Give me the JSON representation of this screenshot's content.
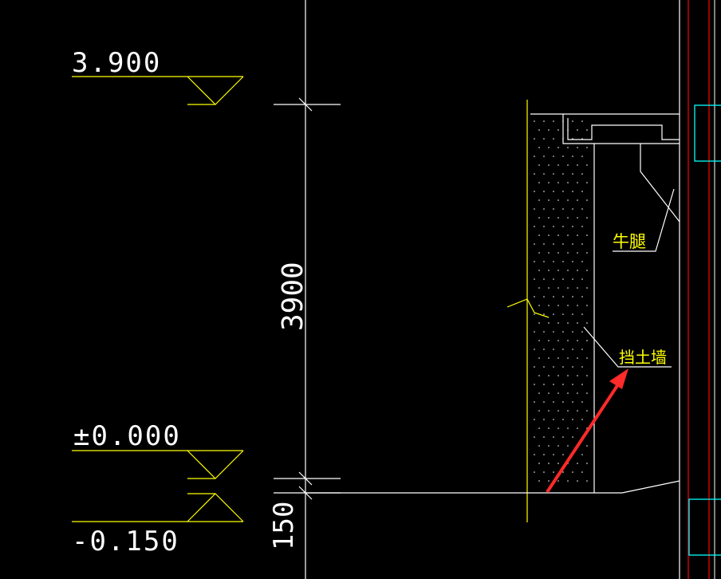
{
  "drawing": {
    "elevations": {
      "top": "3.900",
      "zero": "±0.000",
      "bottom": "-0.150"
    },
    "dimensions": {
      "height": "3900",
      "offset": "150"
    },
    "labels": {
      "corbel": "牛腿",
      "retaining_wall": "挡土墙"
    },
    "colors": {
      "background": "#000000",
      "linework": "#ffffff",
      "annotation": "#ffff00",
      "column": "#00ffff",
      "axis": "#ff0000",
      "highlight_arrow": "#ff2a2a"
    }
  }
}
